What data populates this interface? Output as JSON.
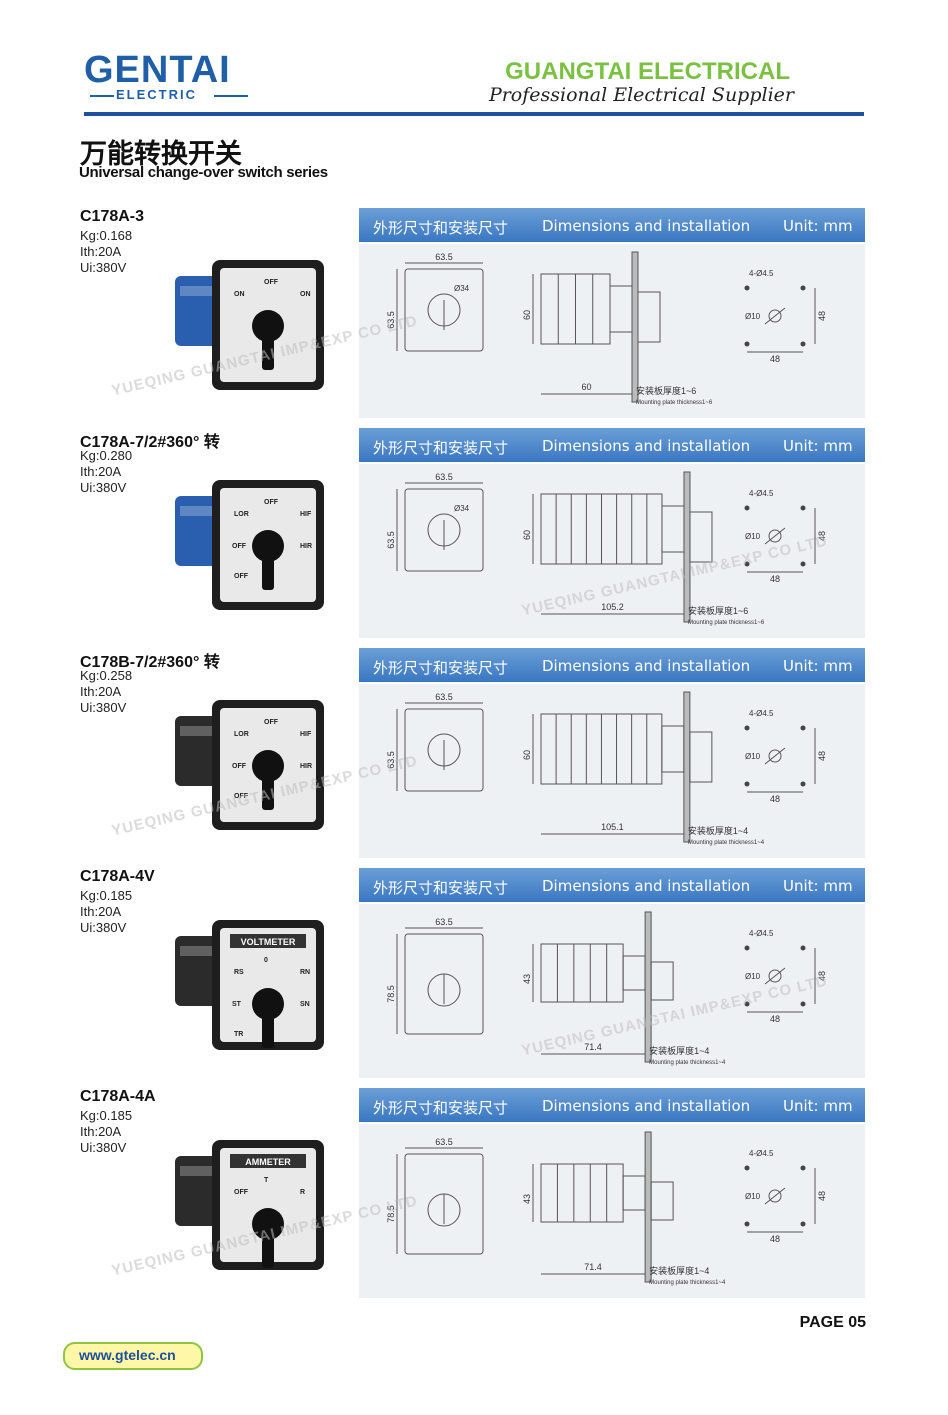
{
  "header": {
    "logo_text": "GENTAI",
    "logo_sub": "ELECTRIC",
    "company": "GUANGTAI ELECTRICAL",
    "tagline": "Professional Electrical Supplier"
  },
  "title": {
    "cn": "万能转换开关",
    "en": "Universal change-over switch series"
  },
  "band": {
    "cn": "外形尺寸和安装尺寸",
    "en": "Dimensions and installation",
    "unit": "Unit: mm"
  },
  "watermark": "YUEQING GUANGTAI IMP&EXP CO LTD",
  "dim_common": {
    "front_w": "63.5",
    "dia": "Ø34",
    "holes": "4-Ø4.5",
    "center": "Ø10",
    "pitch": "48",
    "note_en": "Mounting plate thickness1~6"
  },
  "products": [
    {
      "model": "C178A-3",
      "kg": "Kg:0.168",
      "ith": "Ith:20A",
      "ui": "Ui:380V",
      "front_h": "63.5",
      "side_h": "60",
      "length": "60",
      "plate_cn": "安装板厚度1~6",
      "plate_en": "Mounting plate thickness1~6",
      "face_labels": [
        "ON",
        "OFF",
        "ON"
      ]
    },
    {
      "model": "C178A-7/2#360° 转",
      "kg": "Kg:0.280",
      "ith": "Ith:20A",
      "ui": "Ui:380V",
      "front_h": "63.5",
      "side_h": "60",
      "length": "105.2",
      "plate_cn": "安装板厚度1~6",
      "plate_en": "Mounting plate thickness1~6",
      "face_labels": [
        "LOR",
        "OFF",
        "HIF",
        "OFF",
        "HIR",
        "OFF"
      ]
    },
    {
      "model": "C178B-7/2#360° 转",
      "kg": "Kg:0.258",
      "ith": "Ith:20A",
      "ui": "Ui:380V",
      "front_h": "63.5",
      "side_h": "60",
      "length": "105.1",
      "plate_cn": "安装板厚度1~4",
      "plate_en": "Mounting plate thickness1~4",
      "face_labels": [
        "LOR",
        "OFF",
        "HIF",
        "OFF",
        "HIR",
        "OFF"
      ]
    },
    {
      "model": "C178A-4V",
      "kg": "Kg:0.185",
      "ith": "Ith:20A",
      "ui": "Ui:380V",
      "front_h": "78.5",
      "side_h": "43",
      "length": "71.4",
      "plate_cn": "安装板厚度1~4",
      "plate_en": "Mounting plate thickness1~4",
      "face_title": "VOLTMETER",
      "face_labels": [
        "RS",
        "0",
        "RN",
        "ST",
        "SN",
        "TR"
      ]
    },
    {
      "model": "C178A-4A",
      "kg": "Kg:0.185",
      "ith": "Ith:20A",
      "ui": "Ui:380V",
      "front_h": "78.5",
      "side_h": "43",
      "length": "71.4",
      "plate_cn": "安装板厚度1~4",
      "plate_en": "Mounting plate thickness1~4",
      "face_title": "AMMETER",
      "face_labels": [
        "OFF",
        "T",
        "R"
      ]
    }
  ],
  "footer": {
    "page": "PAGE 05",
    "website": "www.gtelec.cn"
  }
}
